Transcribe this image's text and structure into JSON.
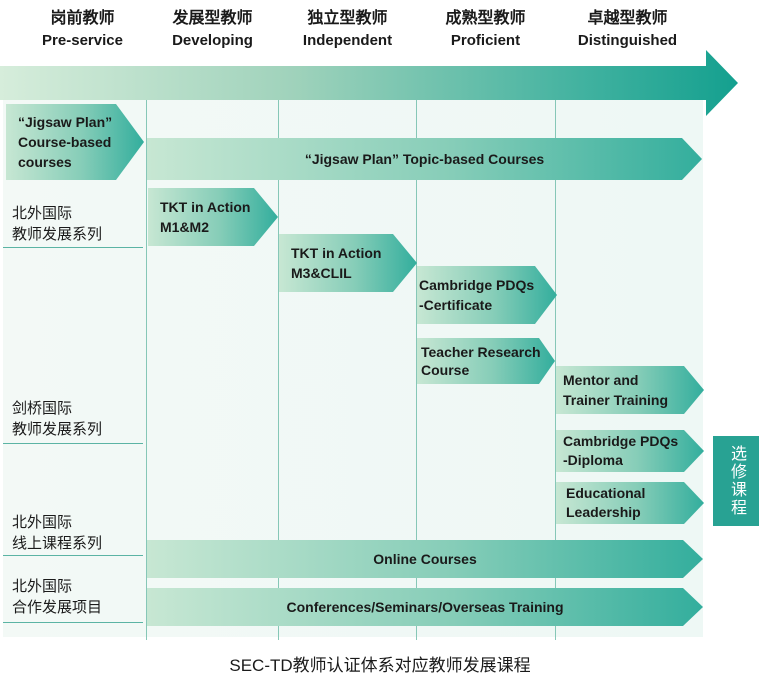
{
  "stages": [
    {
      "zh": "岗前教师",
      "en": "Pre-service"
    },
    {
      "zh": "发展型教师",
      "en": "Developing"
    },
    {
      "zh": "独立型教师",
      "en": "Independent"
    },
    {
      "zh": "成熟型教师",
      "en": "Proficient"
    },
    {
      "zh": "卓越型教师",
      "en": "Distinguished"
    }
  ],
  "jigsaw": {
    "course_based": [
      "“Jigsaw Plan”",
      "Course-based",
      "courses"
    ],
    "topic_based": "“Jigsaw Plan” Topic-based Courses"
  },
  "row_labels": {
    "bfsu_dev": [
      "北外国际",
      "教师发展系列"
    ],
    "cambridge": [
      "剑桥国际",
      "教师发展系列"
    ],
    "online": [
      "北外国际",
      "线上课程系列"
    ],
    "coop": [
      "北外国际",
      "合作发展项目"
    ]
  },
  "courses": {
    "tkt1": [
      "TKT in Action",
      "M1&M2"
    ],
    "tkt2": [
      "TKT in Action",
      "M3&CLIL"
    ],
    "pdq_cert": [
      "Cambridge PDQs",
      "-Certificate"
    ],
    "teacher_research": [
      "Teacher Research",
      "Course"
    ],
    "mentor": [
      "Mentor and",
      "Trainer Training"
    ],
    "pdq_dipl": [
      "Cambridge PDQs",
      "-Diploma"
    ],
    "edu_lead": [
      "Educational",
      "Leadership"
    ],
    "online": "Online Courses",
    "conferences": "Conferences/Seminars/Overseas Training"
  },
  "elective": "选修课程",
  "caption": "SEC-TD教师认证体系对应教师发展课程",
  "colors": {
    "accent": "#14a08f",
    "light": "#d6eddb",
    "elective_bg": "#28a293"
  }
}
